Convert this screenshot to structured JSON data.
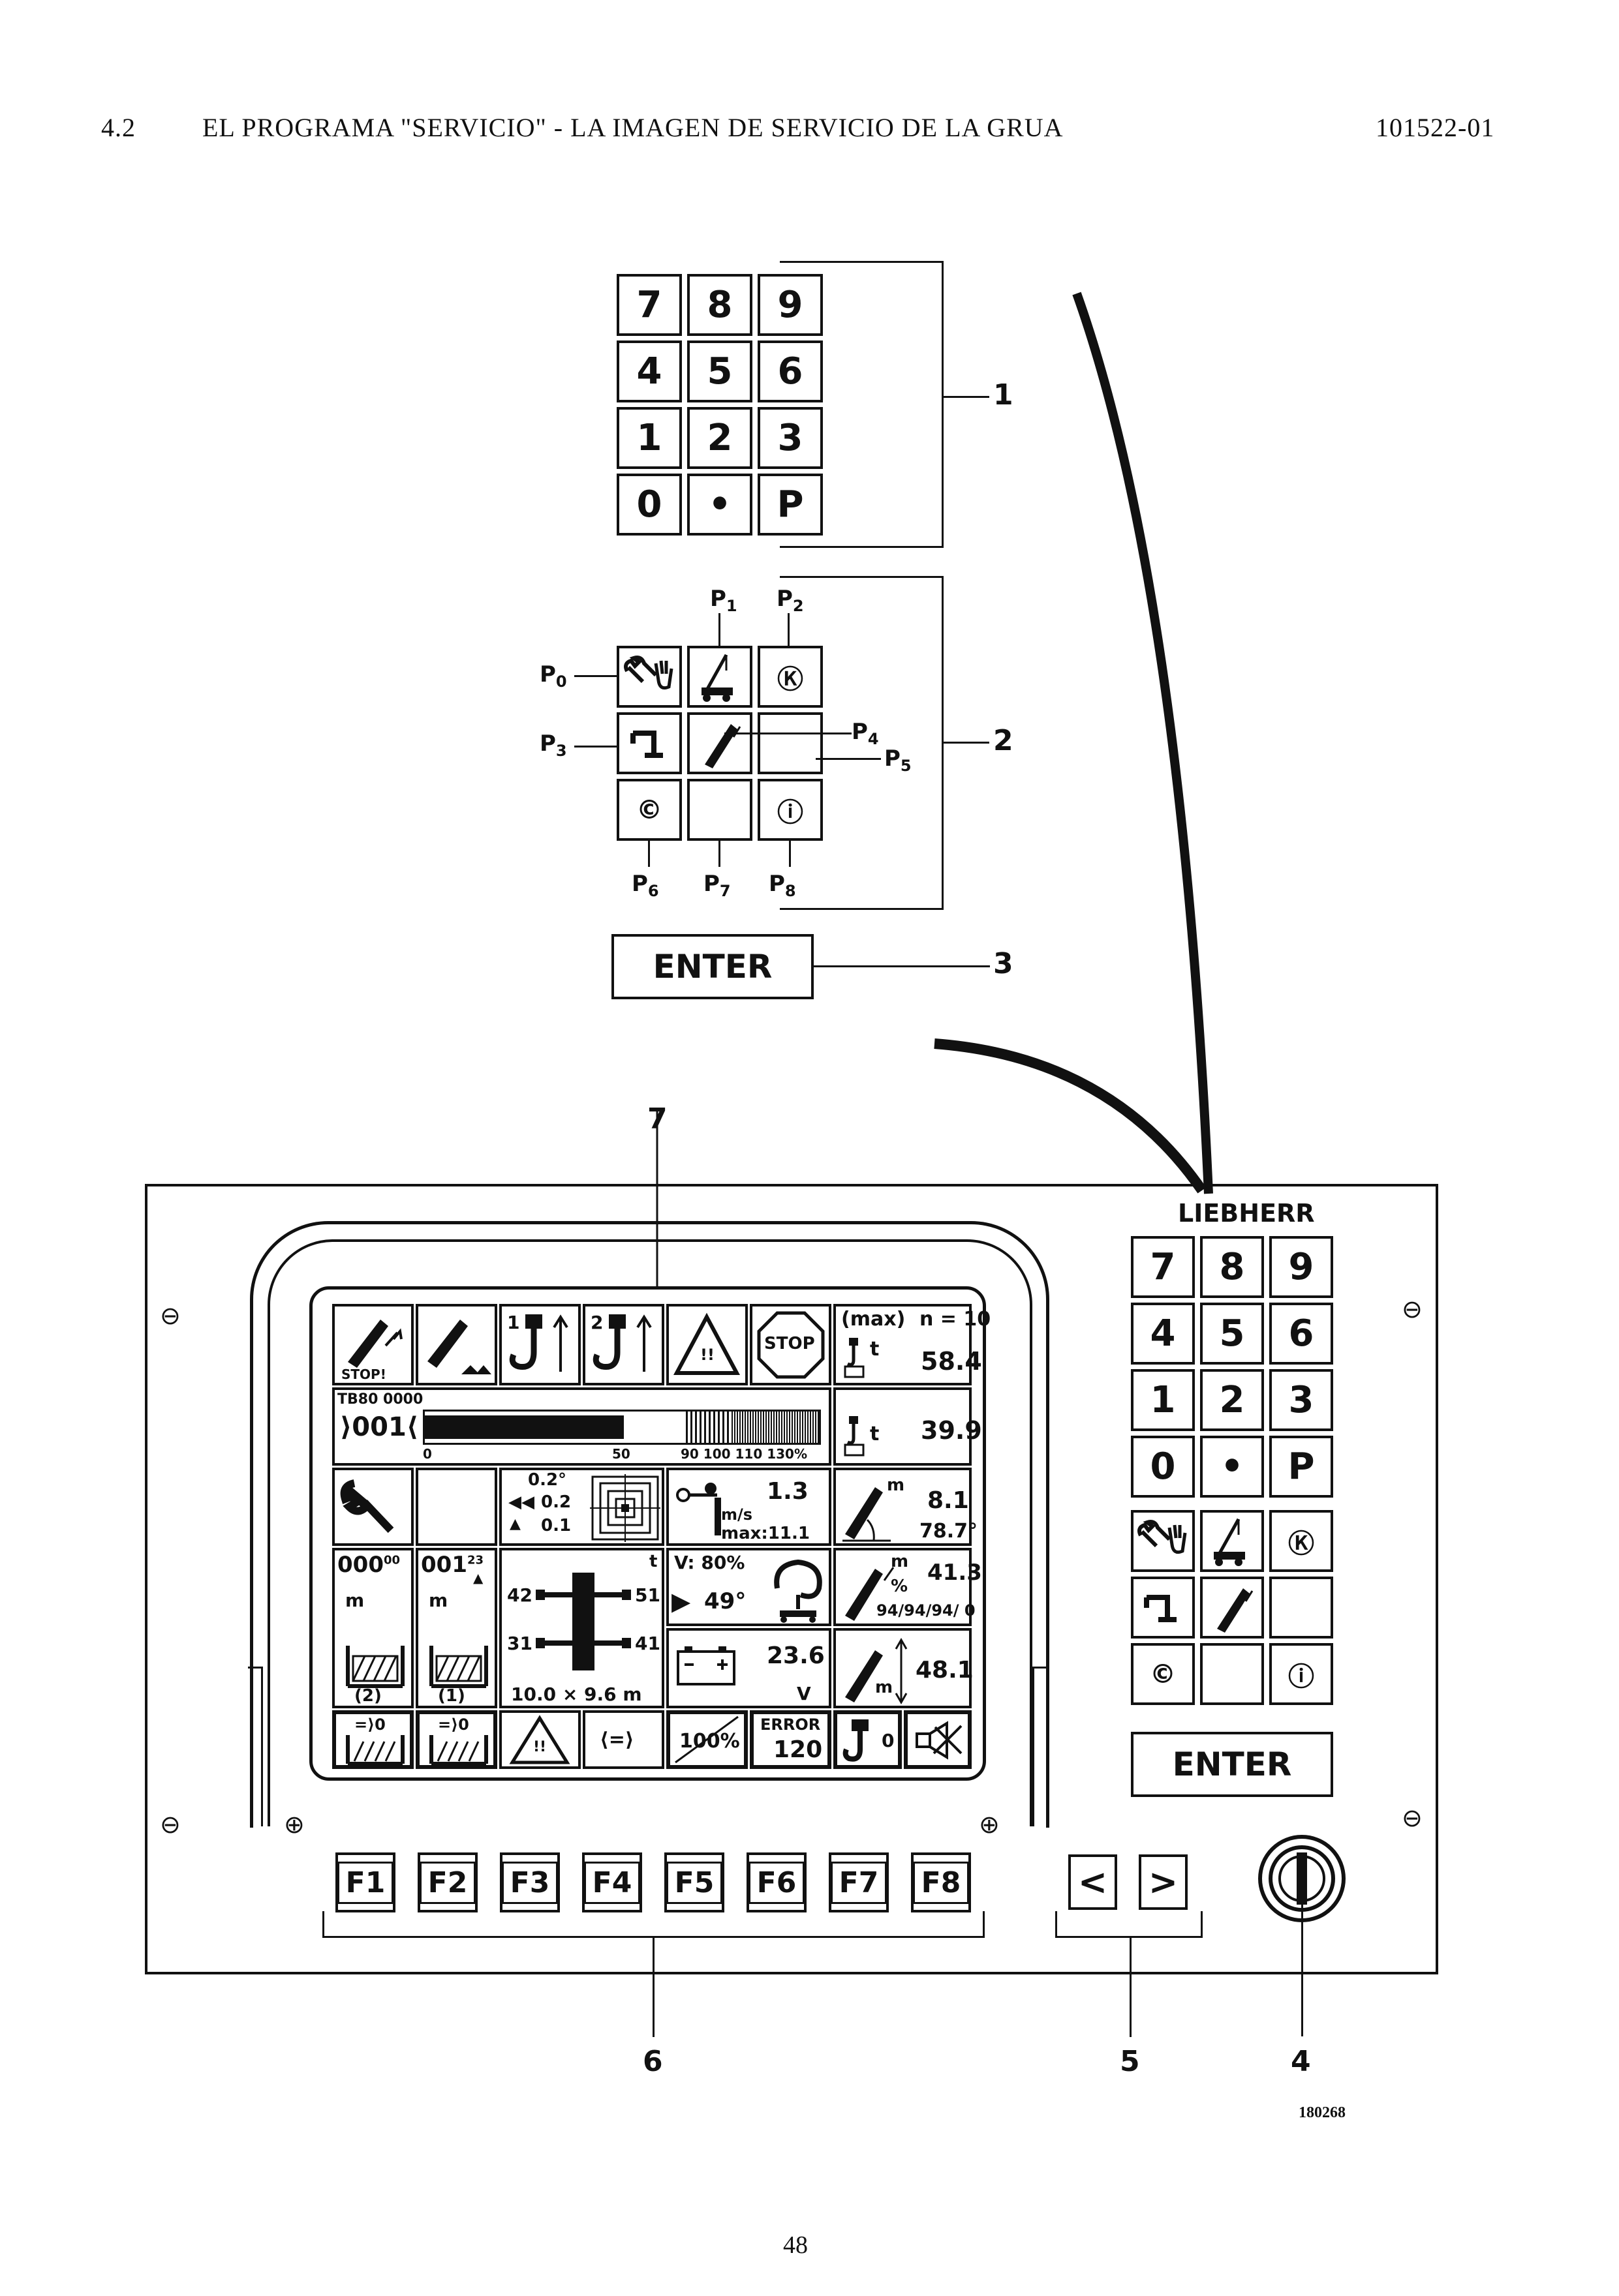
{
  "header": {
    "section": "4.2",
    "title": "EL PROGRAMA \"SERVICIO\" - LA IMAGEN DE SERVICIO DE LA GRUA",
    "docnum": "101522-01"
  },
  "keypad": {
    "digits": [
      "7",
      "8",
      "9",
      "4",
      "5",
      "6",
      "1",
      "2",
      "3",
      "0",
      "•",
      "P"
    ],
    "enter": "ENTER",
    "k_icon": "Ⓚ",
    "c_icon": "©",
    "i_icon": "ⓘ"
  },
  "callouts": {
    "c1": "1",
    "c2": "2",
    "c3": "3",
    "c4": "4",
    "c5": "5",
    "c6": "6",
    "c7": "7"
  },
  "plabels": {
    "p0": "P",
    "p0s": "0",
    "p1": "P",
    "p1s": "1",
    "p2": "P",
    "p2s": "2",
    "p3": "P",
    "p3s": "3",
    "p4": "P",
    "p4s": "4",
    "p5": "P",
    "p5s": "5",
    "p6": "P",
    "p6s": "6",
    "p7": "P",
    "p7s": "7",
    "p8": "P",
    "p8s": "8"
  },
  "panel": {
    "brand": "LIEBHERR",
    "fkeys": [
      "F1",
      "F2",
      "F3",
      "F4",
      "F5",
      "F6",
      "F7",
      "F8"
    ],
    "arrows": [
      "<",
      ">"
    ]
  },
  "screen": {
    "stop_small": "STOP!",
    "hook1": "1",
    "hook2": "2",
    "warn": "!!",
    "stop": "STOP",
    "max": "(max)",
    "n": "n = 10",
    "t1": "t",
    "v1": "58.4",
    "tb": "TB80 0000",
    "cnt": "⟩001⟨",
    "scale0": "0",
    "scale50": "50",
    "scale90": "90 100 110 130%",
    "t2": "t",
    "v2": "39.9",
    "ang1": "0.2°",
    "ang2": "0.2",
    "ang3": "0.1",
    "speed": "1.3",
    "ms": "m/s",
    "maxs": "max:11.1",
    "m1": "m",
    "len1": "8.1",
    "deg1": "78.7°",
    "c000": "000",
    "c000s": "00",
    "c001": "001",
    "c001s": "23",
    "mA": "m",
    "mB": "m",
    "d2": "(2)",
    "d1": "(1)",
    "tt": "t",
    "o42": "42",
    "o51": "51",
    "o31": "31",
    "o41": "41",
    "base": "10.0 × 9.6 m",
    "vpct": "V: 80%",
    "slew": "49°",
    "m2": "m",
    "pct": "%",
    "len2": "41.3",
    "pct4": "94/94/94/ 0",
    "volt": "23.6",
    "vu": "V",
    "m3": "m",
    "len3": "48.1",
    "eq0a": "=⟩0",
    "eq0b": "=⟩0",
    "arrows": "⟨=⟩",
    "p100": "100%",
    "err": "ERROR",
    "errn": "120",
    "zero": "0"
  },
  "footer": {
    "fig": "180268",
    "page": "48"
  }
}
